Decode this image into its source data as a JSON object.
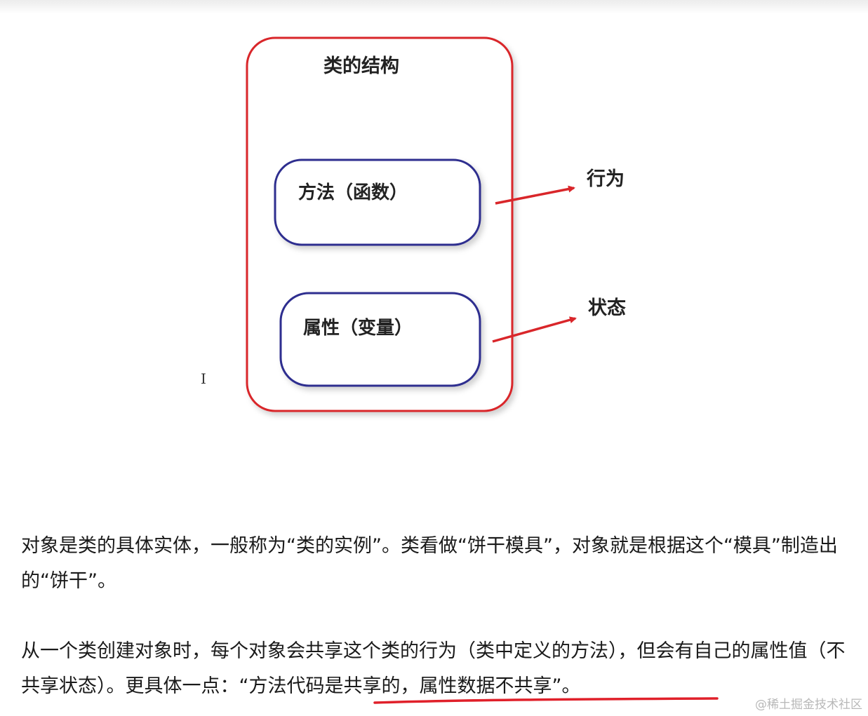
{
  "diagram": {
    "title": "类的结构",
    "method_box_label": "方法（函数）",
    "attribute_box_label": "属性（变量）",
    "behavior_label": "行为",
    "state_label": "状态",
    "colors": {
      "outer_border": "#d9262a",
      "inner_border": "#2e2f8f",
      "arrow": "#d9262a"
    }
  },
  "paragraphs": {
    "p1": "对象是类的具体实体，一般称为“类的实例”。类看做“饼干模具”，对象就是根据这个“模具”制造出的“饼干”。",
    "p2_main": "从一个类创建对象时，每个对象会共享这个类的行为（类中定义的方法），但会有自己的属性值（不共享状态）。更具体一点：",
    "p2_highlight": "“方法代码是共享的，属性数据不共享”",
    "p2_end": "。"
  },
  "watermark": "@稀土掘金技术社区",
  "cursor_glyph": "I"
}
